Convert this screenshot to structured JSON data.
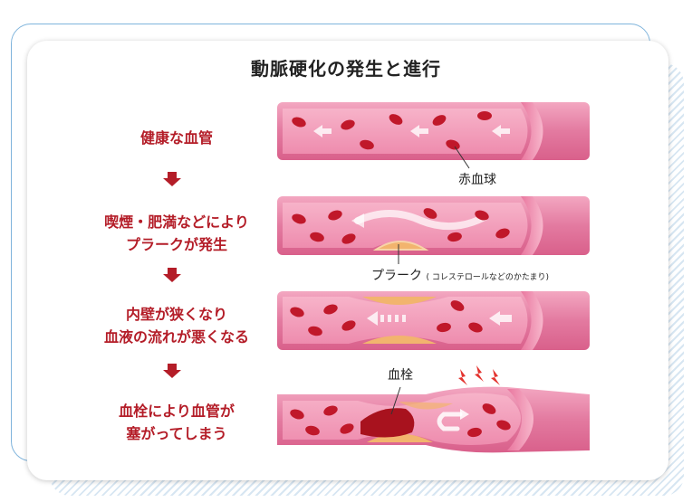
{
  "title": "動脈硬化の発生と進行",
  "steps": [
    {
      "label": "健康な血管"
    },
    {
      "label_l1": "喫煙・肥満などにより",
      "label_l2": "プラークが発生"
    },
    {
      "label_l1": "内壁が狭くなり",
      "label_l2": "血液の流れが悪くなる"
    },
    {
      "label_l1": "血栓により血管が",
      "label_l2": "塞がってしまう"
    }
  ],
  "annotations": {
    "red_blood_cell": "赤血球",
    "plaque": "プラーク",
    "plaque_note": "( コレステロールなどのかたまり)",
    "thrombus": "血栓"
  },
  "colors": {
    "title": "#222222",
    "step_text": "#b41d28",
    "vessel_wall": "#e0749a",
    "vessel_inner": "#f29bb8",
    "red_blood_cell": "#c0182a",
    "plaque": "#f2b46e",
    "thrombus": "#a8121e",
    "frame_blue": "#4a90c8"
  }
}
